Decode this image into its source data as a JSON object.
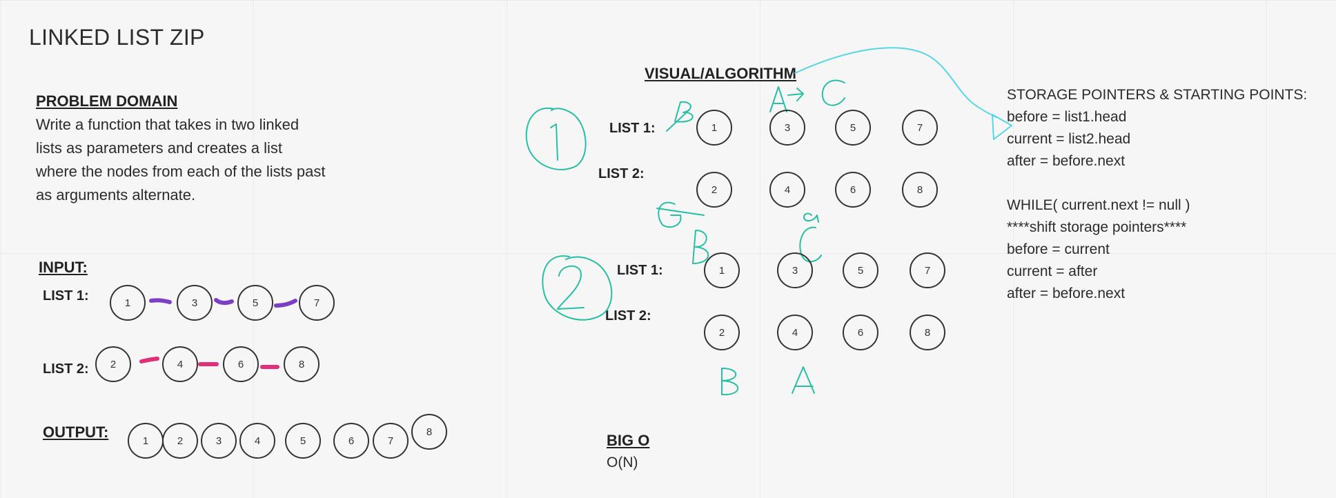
{
  "board_title": "LINKED LIST ZIP",
  "problem": {
    "heading": "PROBLEM DOMAIN",
    "text": "Write a function that takes in two linked lists as parameters and creates a list where the nodes from each of the lists past as arguments alternate."
  },
  "input": {
    "heading": "INPUT:",
    "list1_label": "LIST 1:",
    "list2_label": "LIST 2:",
    "list1": [
      "1",
      "3",
      "5",
      "7"
    ],
    "list2": [
      "2",
      "4",
      "6",
      "8"
    ]
  },
  "output": {
    "heading": "OUTPUT:",
    "nodes": [
      "1",
      "2",
      "3",
      "4",
      "5",
      "6",
      "7",
      "8"
    ]
  },
  "visual": {
    "heading": "VISUAL/ALGORITHM",
    "step1": {
      "list1_label": "LIST 1:",
      "list2_label": "LIST 2:",
      "list1": [
        "1",
        "3",
        "5",
        "7"
      ],
      "list2": [
        "2",
        "4",
        "6",
        "8"
      ]
    },
    "step2": {
      "list1_label": "LIST 1:",
      "list2_label": "LIST 2:",
      "list1": [
        "1",
        "3",
        "5",
        "7"
      ],
      "list2": [
        "2",
        "4",
        "6",
        "8"
      ]
    }
  },
  "big_o": {
    "heading": "BIG O",
    "value": "O(N)"
  },
  "algorithm": {
    "lines": [
      "STORAGE POINTERS & STARTING POINTS:",
      "before = list1.head",
      "current = list2.head",
      "after = before.next",
      "",
      "WHILE( current.next != null )",
      "****shift storage pointers****",
      "before = current",
      "current = after",
      "after = before.next"
    ]
  },
  "colors": {
    "list1_connector": "#7b3fc4",
    "list2_connector": "#e0307a",
    "annotation_teal": "#26bfa3",
    "annotation_cyan": "#55d6e6"
  }
}
